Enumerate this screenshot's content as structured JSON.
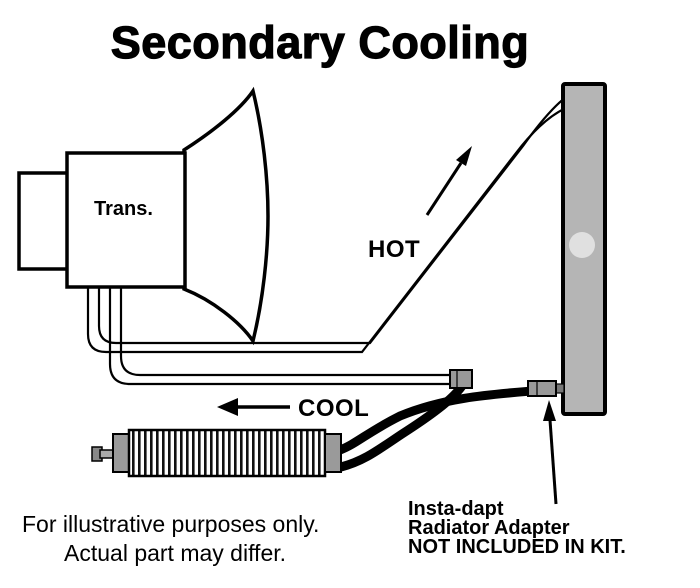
{
  "title": "Secondary Cooling",
  "diagram": {
    "trans_label": "Trans.",
    "hot_label": "HOT",
    "cool_label": "COOL"
  },
  "notes": {
    "disclaimer_line1": "For illustrative purposes only.",
    "disclaimer_line2": "Actual part may differ.",
    "adapter_line1": "Insta-dapt",
    "adapter_line2": "Radiator Adapter",
    "adapter_line3": "NOT INCLUDED IN KIT."
  },
  "colors": {
    "background": "#ffffff",
    "line": "#000000",
    "radiator_fill": "#b5b5b5",
    "radiator_cap_fill": "#e0e0e0",
    "fitting_fill": "#999999",
    "cooler_cap_fill": "#9a9a9a"
  }
}
